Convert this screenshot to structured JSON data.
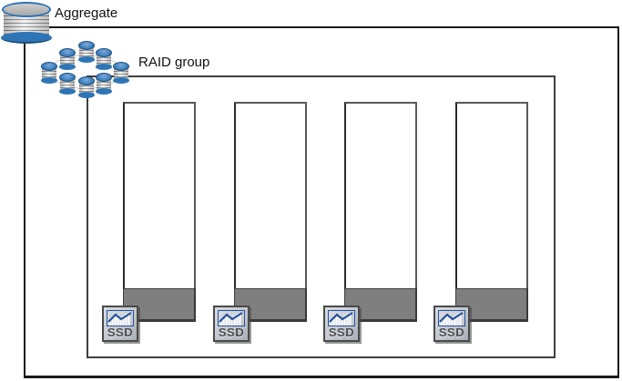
{
  "diagram": {
    "aggregate_label": "Aggregate",
    "raid_group_label": "RAID group",
    "disks": [
      {
        "icon_label": "SSD"
      },
      {
        "icon_label": "SSD"
      },
      {
        "icon_label": "SSD"
      },
      {
        "icon_label": "SSD"
      }
    ],
    "icons": {
      "aggregate": "disk-stack-cylinder-icon",
      "raid_group": "cylinder-cluster-icon",
      "ssd": "ssd-performance-chart-icon"
    },
    "colors": {
      "cylinder_blue": "#2E75B6",
      "cylinder_blue_dark": "#1F4E79",
      "disk_used_gray": "#7f7f7f",
      "icon_chart_blue": "#24539C",
      "outer_box_border": "#1a1a1a",
      "inner_box_border": "#3f3f3f",
      "icon_background": "#C2C6CE"
    }
  }
}
